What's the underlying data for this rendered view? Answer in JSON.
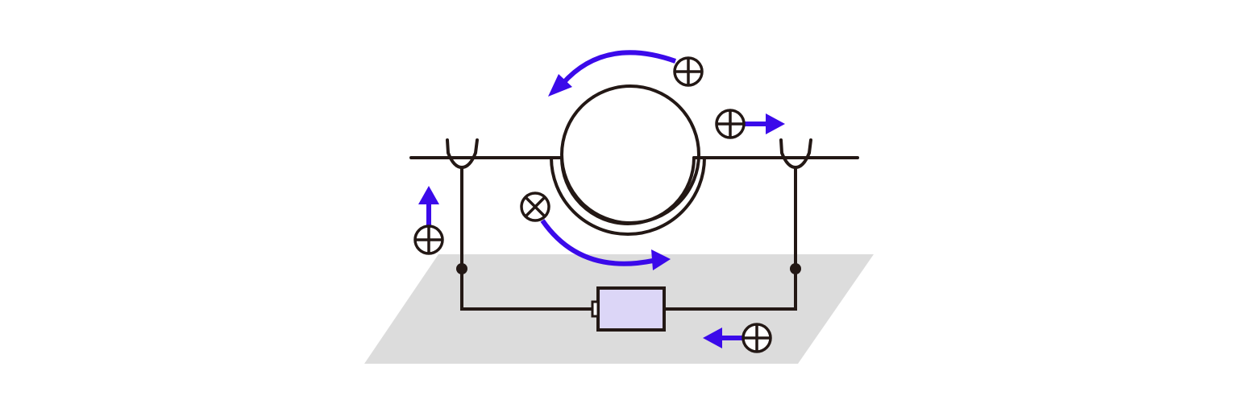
{
  "diagram": {
    "description_free": true,
    "colors": {
      "wire": "#231815",
      "flow_arrow": "#3b0aea",
      "plane": "#dcdcdc",
      "battery_fill": "#dcd6f7",
      "background": "#ffffff"
    },
    "elements": {
      "ground_plane": {
        "shape": "parallelogram"
      },
      "ring": {
        "shape": "circle-with-slot"
      },
      "rails": {
        "count": 2
      },
      "brushes": {
        "count": 2,
        "shape": "u-clip"
      },
      "junction_dots": {
        "count": 2
      },
      "battery": {
        "terminal": "left"
      },
      "charges": [
        {
          "id": "top-right",
          "symbol": "plus",
          "direction": "right"
        },
        {
          "id": "top-arc",
          "symbol": "plus",
          "direction": "counterclockwise"
        },
        {
          "id": "left",
          "symbol": "plus",
          "direction": "up"
        },
        {
          "id": "inner-arc",
          "symbol": "cross",
          "direction": "clockwise"
        },
        {
          "id": "bottom-right",
          "symbol": "plus",
          "direction": "left"
        }
      ]
    }
  }
}
